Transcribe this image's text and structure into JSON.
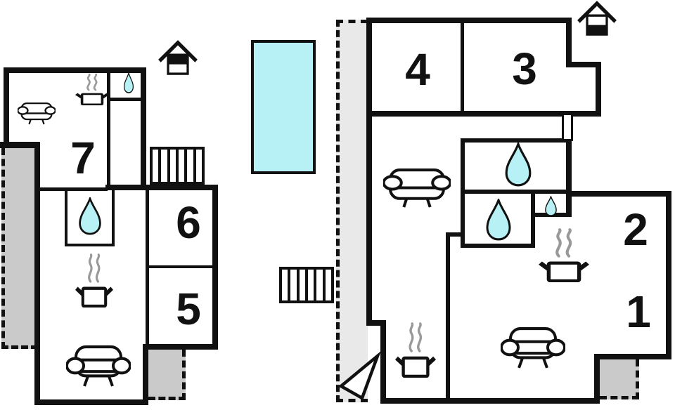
{
  "title": "Holiday home floor plan, two levels",
  "colors": {
    "wall": "#111111",
    "water": "#b7f1f5",
    "terraceDark": "#cacaca",
    "terraceLight": "#e9e9e9",
    "steam": "#999999",
    "bg": "#ffffff"
  },
  "floorplan": {
    "left_unit": {
      "floor_indicator": "house-upper-half-filled",
      "rooms": {
        "r5": {
          "label": "5"
        },
        "r6": {
          "label": "6"
        },
        "r7": {
          "label": "7"
        }
      },
      "features": [
        "sofa",
        "stove",
        "shower",
        "shower-small",
        "stairs",
        "terrace",
        "patio"
      ]
    },
    "right_unit": {
      "floor_indicator": "house-lower-half-filled",
      "rooms": {
        "r1": {
          "label": "1"
        },
        "r2": {
          "label": "2"
        },
        "r3": {
          "label": "3"
        },
        "r4": {
          "label": "4"
        }
      },
      "features": [
        "sofa",
        "sofa",
        "stove",
        "stove",
        "shower",
        "shower",
        "shower-small",
        "entrance-arrow",
        "terrace",
        "patio"
      ]
    },
    "outdoor": {
      "features": [
        "pool",
        "stairs"
      ]
    }
  }
}
